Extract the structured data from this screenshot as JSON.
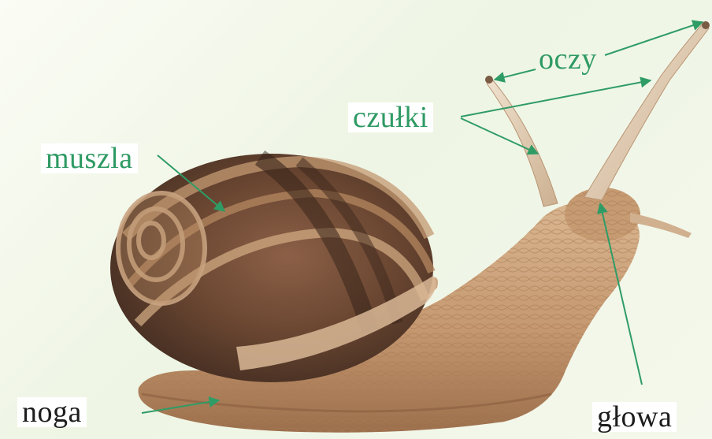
{
  "labels": {
    "oczy": "oczy",
    "czulki": "czułki",
    "muszla": "muszla",
    "noga": "noga",
    "glowa": "głowa"
  },
  "colors": {
    "label_green": "#2e9a63",
    "arrow_green": "#2f9c66",
    "label_dark": "#1d1d1d",
    "shell_base": "#a0754f",
    "shell_dark": "#4a3326",
    "body": "#c79a6f"
  }
}
